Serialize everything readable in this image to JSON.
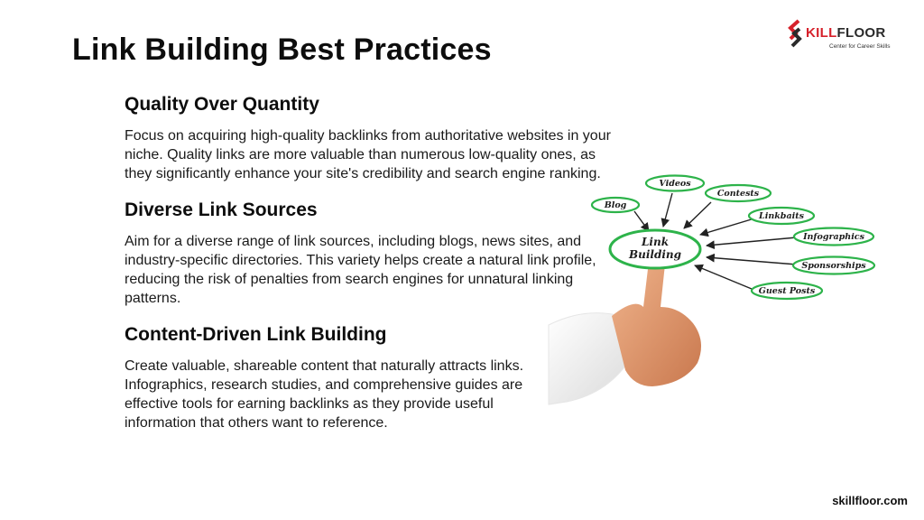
{
  "title": "Link Building Best Practices",
  "logo": {
    "brand_prefix": "S",
    "brand_part1": "KILL",
    "brand_part2": "FLOOR",
    "tagline": "Center for Career Skills",
    "colors": {
      "accent": "#d6212b",
      "dark": "#2a2a2a"
    }
  },
  "sections": [
    {
      "heading": "Quality Over Quantity",
      "body": "Focus on acquiring high-quality backlinks from authoritative websites in your niche. Quality links are more valuable than numerous low-quality ones, as they significantly enhance your site's credibility and search engine ranking."
    },
    {
      "heading": "Diverse Link Sources",
      "body": "Aim for a diverse range of link sources, including blogs, news sites, and industry-specific directories. This variety helps create a natural link profile, reducing the risk of penalties from search engines for unnatural linking patterns."
    },
    {
      "heading": "Content-Driven Link Building",
      "body": "Create valuable, shareable content that naturally attracts links. Infographics, research studies, and comprehensive guides are effective tools for earning backlinks as they provide useful information that others want to reference."
    }
  ],
  "diagram": {
    "center_line1": "Link",
    "center_line2": "Building",
    "tags": [
      "Blog",
      "Videos",
      "Contests",
      "Linkbaits",
      "Infographics",
      "Sponsorships",
      "Guest Posts"
    ],
    "colors": {
      "ring": "#2db34a",
      "arrow": "#222222"
    }
  },
  "footer": "skillfloor.com"
}
